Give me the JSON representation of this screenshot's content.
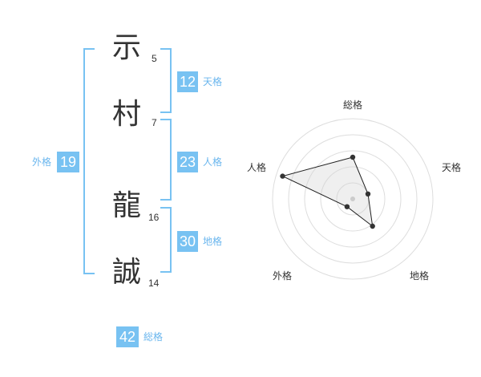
{
  "name": {
    "chars": [
      {
        "char": "示",
        "strokes": "5"
      },
      {
        "char": "村",
        "strokes": "7"
      },
      {
        "char": "龍",
        "strokes": "16"
      },
      {
        "char": "誠",
        "strokes": "14"
      }
    ]
  },
  "fortune": {
    "tenkaku": {
      "value": "12",
      "label": "天格"
    },
    "jinkaku": {
      "value": "23",
      "label": "人格"
    },
    "chikaku": {
      "value": "30",
      "label": "地格"
    },
    "gaikaku": {
      "value": "19",
      "label": "外格"
    },
    "soukaku": {
      "value": "42",
      "label": "総格"
    }
  },
  "colors": {
    "accent": "#78c2f2",
    "accent_text": "#6ab6ee",
    "text": "#333333"
  },
  "chart_data": {
    "type": "radar",
    "axes": [
      "総格",
      "天格",
      "地格",
      "外格",
      "人格"
    ],
    "values": [
      2.6,
      1.0,
      2.1,
      0.6,
      4.6
    ],
    "rmax": 5,
    "rings": 5
  }
}
